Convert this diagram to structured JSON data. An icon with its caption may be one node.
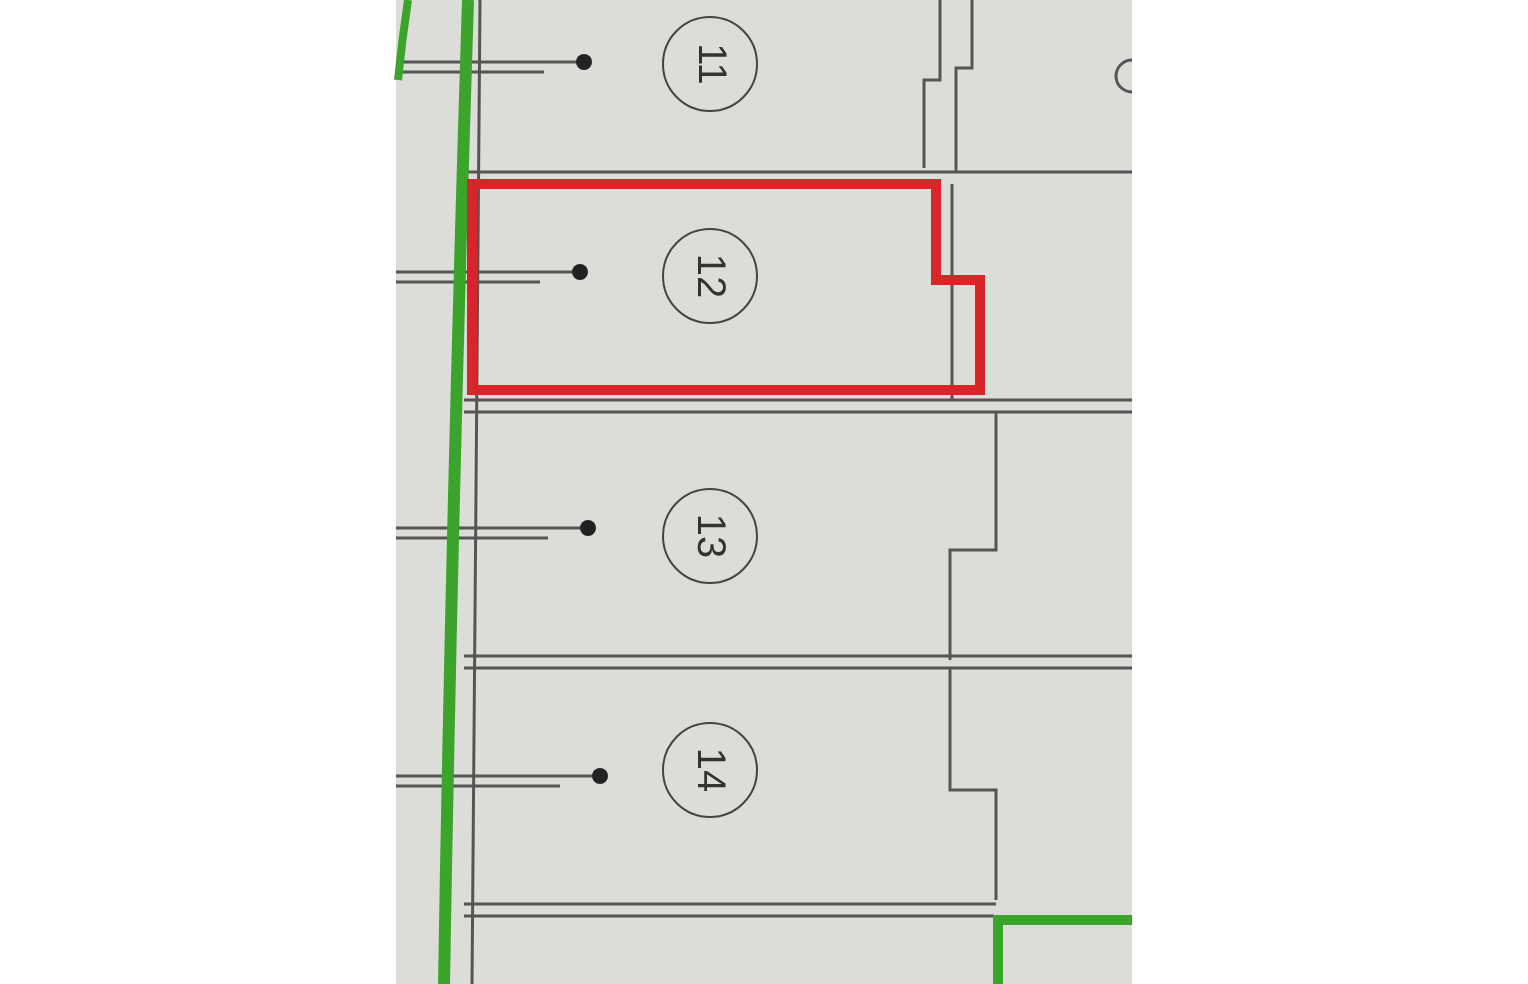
{
  "diagram": {
    "nodes": [
      {
        "text": [
          "11"
        ]
      },
      {
        "text": [
          "12"
        ]
      },
      {
        "text": [
          "13"
        ]
      },
      {
        "text": [
          "14"
        ]
      }
    ]
  }
}
